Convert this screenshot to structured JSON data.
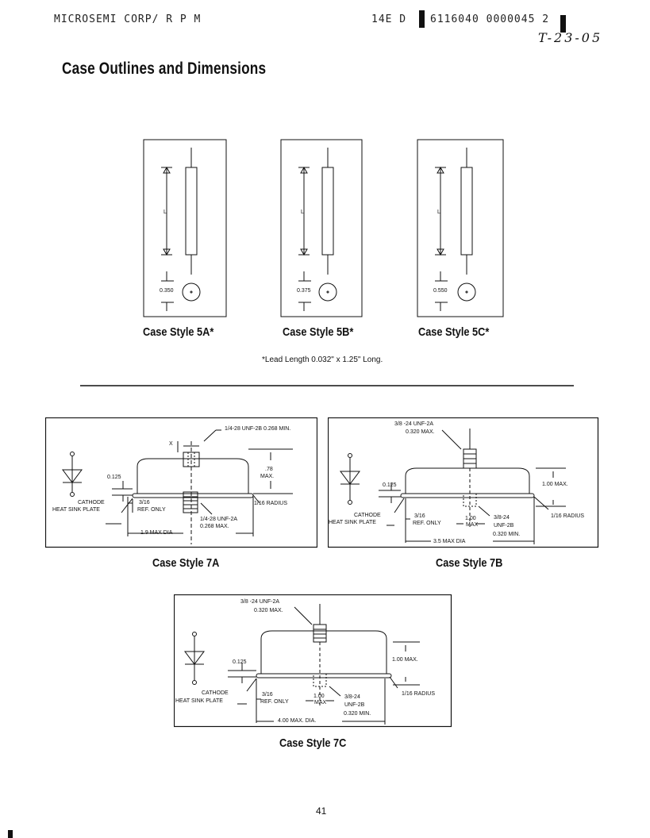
{
  "header": {
    "left": "MICROSEMI CORP/ R P M",
    "code_prefix": "14E D",
    "code_number": "6116040 0000045 2",
    "handwritten": "T-23-05"
  },
  "page_title": "Case Outlines and Dimensions",
  "axial_cases": [
    {
      "caption": "Case Style 5A*",
      "dim_length": "L",
      "dim_diameter": "0.350"
    },
    {
      "caption": "Case Style 5B*",
      "dim_length": "L",
      "dim_diameter": "0.375"
    },
    {
      "caption": "Case Style 5C*",
      "dim_length": "L",
      "dim_diameter": "0.550"
    }
  ],
  "lead_note": "*Lead Length 0.032\" x 1.25\" Long.",
  "case_7a": {
    "caption": "Case Style 7A",
    "thread_top": "1/4-28 UNF-2B 0.268 MIN.",
    "x_label": "X",
    "height": ".78",
    "height_max": "MAX.",
    "base": "0.125",
    "cathode": "CATHODE",
    "heat_sink": "HEAT SINK PLATE",
    "ref_frac": "3/16",
    "ref_only": "REF. ONLY",
    "stud_thread": "1/4-28 UNF-2A",
    "stud_max": "0.268 MAX.",
    "radius": "1/16 RADIUS",
    "diameter": "1.9 MAX DIA"
  },
  "case_7b": {
    "caption": "Case Style 7B",
    "thread_top": "3/8 -24 UNF-2A",
    "thread_top_max": "0.320 MAX.",
    "height": "1.00 MAX.",
    "base": "0.125",
    "cathode": "CATHODE",
    "heat_sink": "HEAT SINK PLATE",
    "ref_frac": "3/16",
    "ref_only": "REF. ONLY",
    "stud_len": "1.00",
    "stud_len_max": "MAX",
    "stud_thread1": "3/8-24",
    "stud_thread2": "UNF-2B",
    "stud_min": "0.320 MIN.",
    "radius": "1/16 RADIUS",
    "diameter": "3.5 MAX DIA"
  },
  "case_7c": {
    "caption": "Case Style 7C",
    "thread_top": "3/8 -24 UNF-2A",
    "thread_top_max": "0.320 MAX.",
    "height": "1.00 MAX.",
    "base": "0.125",
    "cathode": "CATHODE",
    "heat_sink": "HEAT SINK PLATE",
    "ref_frac": "3/16",
    "ref_only": "REF. ONLY",
    "stud_len": "1.00",
    "stud_len_max": "MAX",
    "stud_thread1": "3/8-24",
    "stud_thread2": "UNF-2B",
    "stud_min": "0.320 MIN.",
    "radius": "1/16 RADIUS",
    "diameter": "4.00 MAX. DIA."
  },
  "page_number": "41"
}
